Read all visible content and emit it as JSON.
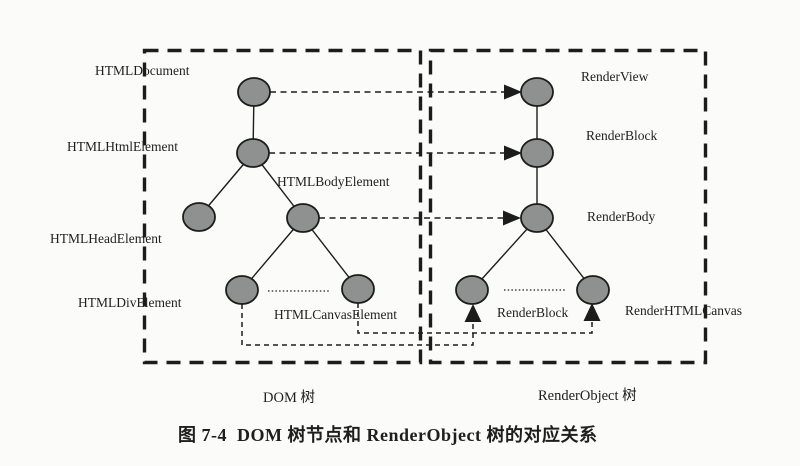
{
  "figure": {
    "caption": "图 7-4  DOM 树节点和 RenderObject 树的对应关系"
  },
  "dom_tree": {
    "title": "DOM 树",
    "labels": {
      "document": "HTMLDocument",
      "html": "HTMLHtmlElement",
      "body": "HTMLBodyElement",
      "head": "HTMLHeadElement",
      "div": "HTMLDivElement",
      "canvas": "HTMLCanvasElement"
    }
  },
  "render_tree": {
    "title": "RenderObject 树",
    "labels": {
      "view": "RenderView",
      "block": "RenderBlock",
      "body": "RenderBody",
      "block_leaf": "RenderBlock",
      "html_canvas": "RenderHTMLCanvas"
    }
  },
  "colors": {
    "node_fill": "#8f9191",
    "stroke": "#1c1c1c",
    "background": "#fbfbf9"
  }
}
